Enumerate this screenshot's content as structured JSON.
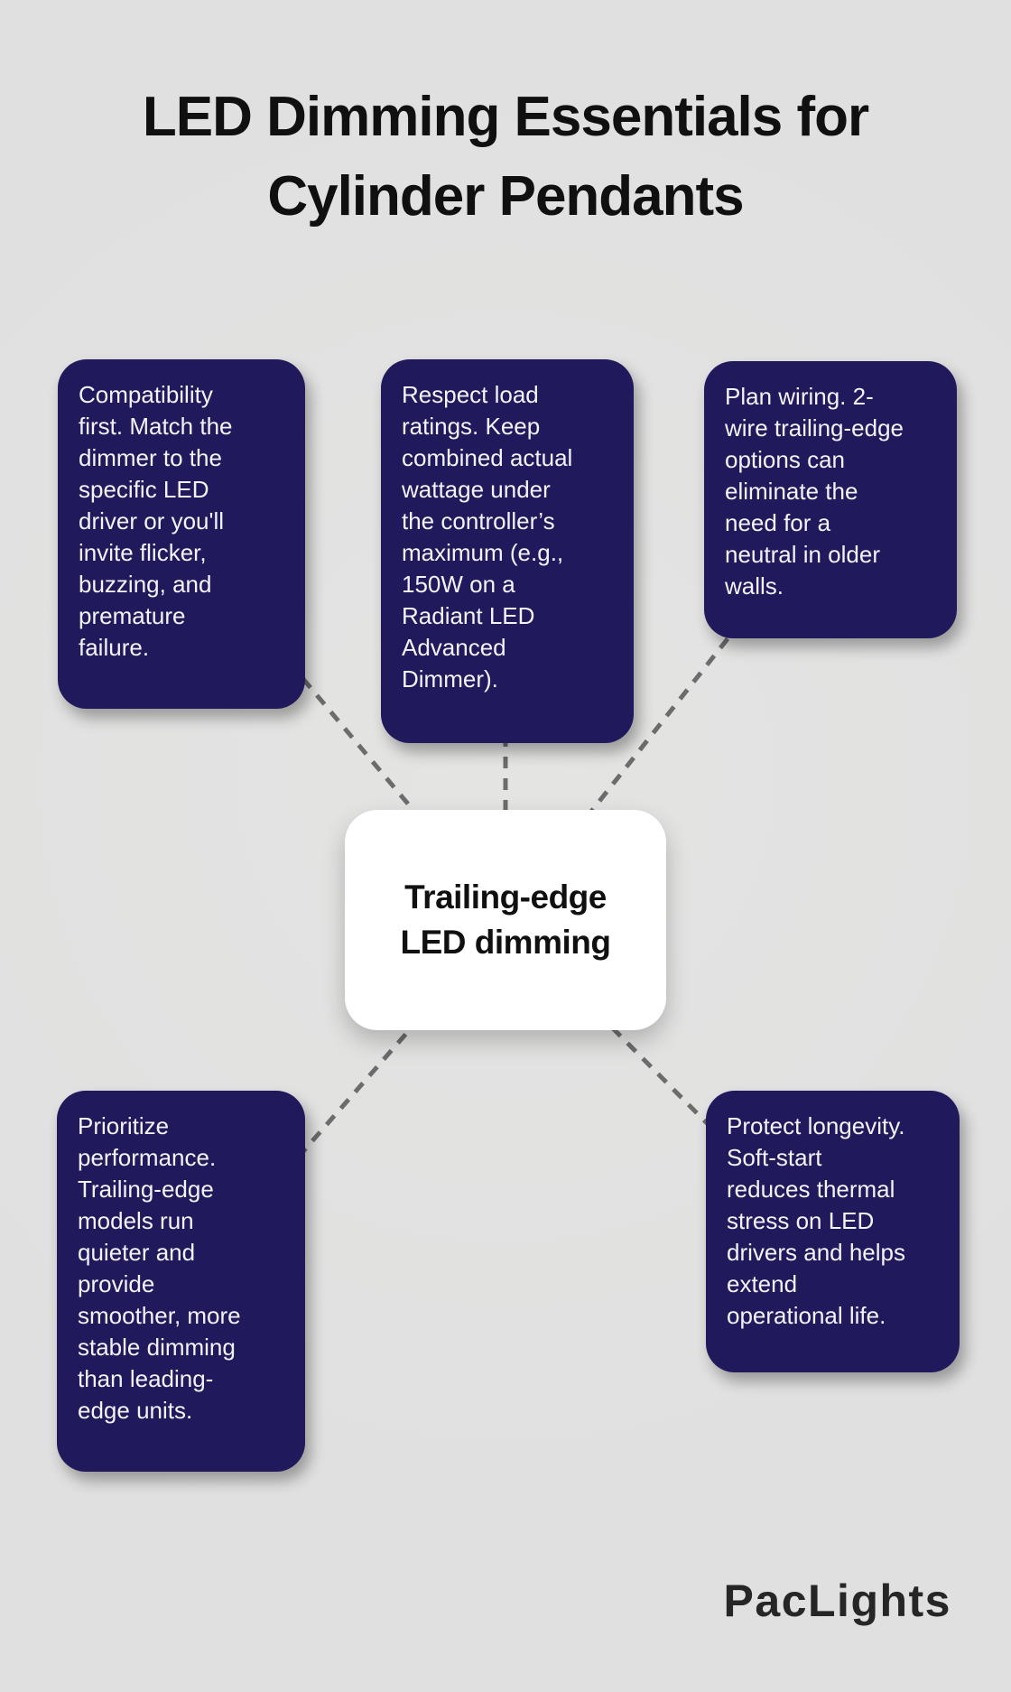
{
  "title": "LED Dimming Essentials for\nCylinder Pendants",
  "center_node": {
    "label": "Trailing-edge\nLED dimming"
  },
  "tips": [
    {
      "id": "compatibility",
      "text": "Compatibility\nfirst. Match the\ndimmer to the\nspecific LED\ndriver or you'll\ninvite flicker,\nbuzzing, and\npremature\nfailure."
    },
    {
      "id": "load-ratings",
      "text": "Respect load\nratings. Keep\ncombined actual\nwattage under\nthe controller’s\nmaximum (e.g.,\n150W on a\nRadiant LED\nAdvanced\nDimmer)."
    },
    {
      "id": "wiring",
      "text": "Plan wiring. 2-\nwire trailing-edge\noptions can\neliminate the\nneed for a\nneutral in older\nwalls."
    },
    {
      "id": "performance",
      "text": "Prioritize\nperformance.\nTrailing-edge\nmodels run\nquieter and\nprovide\nsmoother, more\nstable dimming\nthan leading-\nedge units."
    },
    {
      "id": "longevity",
      "text": "Protect longevity.\nSoft-start\nreduces thermal\nstress on LED\ndrivers and helps\nextend\noperational life."
    }
  ],
  "brand": {
    "logo_text": "PacLights"
  },
  "colors": {
    "background": "#dfe0df",
    "background_light": "#e4e4e3",
    "tip_box": "#201a5c",
    "tip_text": "#f2f2f7",
    "center_bg": "#ffffff",
    "center_text": "#101010",
    "connector": "#6c6c6c",
    "title": "#101010",
    "logo": "#262626"
  }
}
